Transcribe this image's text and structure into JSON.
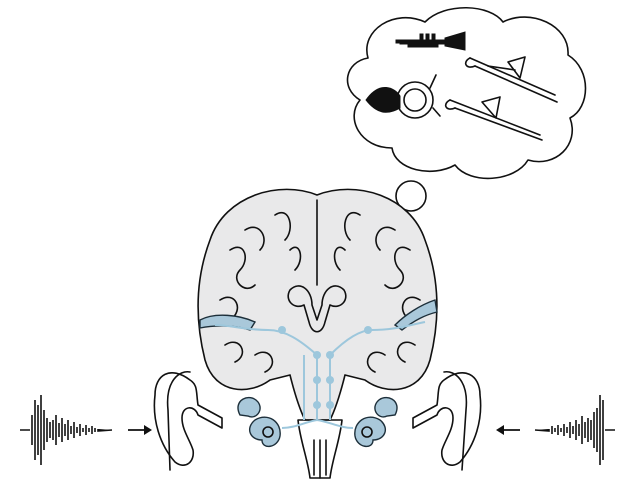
{
  "diagram": {
    "type": "auditory-pathway-illustration",
    "elements": [
      "thought-bubble-instruments",
      "trumpet-icon",
      "french-horn-icon",
      "trombone-icon",
      "brain-coronal-section",
      "left-ear",
      "right-ear",
      "left-cochlea",
      "right-cochlea",
      "left-sound-waveform",
      "right-sound-waveform",
      "auditory-pathway"
    ],
    "colors": {
      "outline": "#111111",
      "brain_fill": "#e9e9ea",
      "pathway": "#9dc7dc",
      "cochlea": "#a9c8da"
    }
  }
}
